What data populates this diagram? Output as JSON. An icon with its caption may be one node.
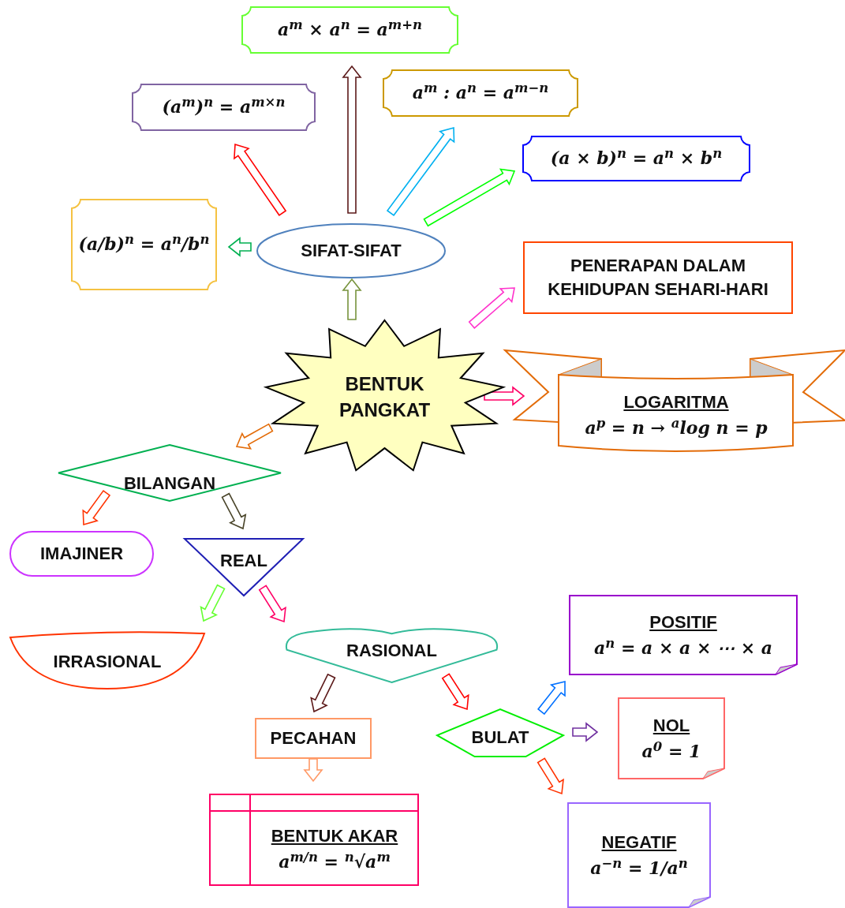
{
  "diagram": {
    "nodes": [
      {
        "text": [
          "BENTUK PANGKAT"
        ]
      },
      {
        "text": [
          "SIFAT-SIFAT"
        ]
      },
      {
        "text": [
          "a$^{m}$ × a$^{n}$ = a$^{m+n}$"
        ]
      },
      {
        "text": [
          "(a$^{m}$)$^{n}$ = a$^{m×n}$"
        ]
      },
      {
        "text": [
          "a$^{m}$ : a$^{n}$ = a$^{m−n}$"
        ]
      },
      {
        "text": [
          "(a × b)$^{n}$ = a$^{n}$ × b$^{n}$"
        ]
      },
      {
        "text": [
          "(a/b)$^{n}$ = a$^{n}$/b$^{n}$"
        ]
      },
      {
        "text": [
          "PENERAPAN DALAM KEHIDUPAN SEHARI-HARI"
        ]
      },
      {
        "text": [
          "LOGARITMA",
          "a$^{p}$ = n → $^{a}$log n = p"
        ]
      },
      {
        "text": [
          "BILANGAN"
        ]
      },
      {
        "text": [
          "IMAJINER"
        ]
      },
      {
        "text": [
          "REAL"
        ]
      },
      {
        "text": [
          "IRRASIONAL"
        ]
      },
      {
        "text": [
          "RASIONAL"
        ]
      },
      {
        "text": [
          "PECAHAN"
        ]
      },
      {
        "text": [
          "BULAT"
        ]
      },
      {
        "text": [
          "BENTUK AKAR",
          "a$^{m/n}$ = $^{n}$√a$^{m}$"
        ]
      },
      {
        "text": [
          "POSITIF",
          "a$^{n}$ = a × a × ⋯ × a"
        ]
      },
      {
        "text": [
          "NOL",
          "a$^{0}$ = 1"
        ]
      },
      {
        "text": [
          "NEGATIF",
          "a$^{−n}$ = 1/a$^{n}$"
        ]
      }
    ],
    "edges": [
      {
        "from": 1,
        "to": 2,
        "arrow": "to",
        "color": "#5c1a1a"
      },
      {
        "from": 1,
        "to": 3,
        "arrow": "to",
        "color": "#ff0000"
      },
      {
        "from": 1,
        "to": 4,
        "arrow": "to",
        "color": "#00b0f0"
      },
      {
        "from": 1,
        "to": 5,
        "arrow": "to",
        "color": "#00ff00"
      },
      {
        "from": 1,
        "to": 6,
        "arrow": "to",
        "color": "#00b050"
      },
      {
        "from": 0,
        "to": 1,
        "arrow": "to",
        "color": "#77933c"
      },
      {
        "from": 0,
        "to": 7,
        "arrow": "to",
        "color": "#ff33cc"
      },
      {
        "from": 0,
        "to": 8,
        "arrow": "to",
        "color": "#ff0066"
      },
      {
        "from": 0,
        "to": 9,
        "arrow": "to",
        "color": "#e36c09"
      },
      {
        "from": 9,
        "to": 10,
        "arrow": "to",
        "color": "#ff3300"
      },
      {
        "from": 9,
        "to": 11,
        "arrow": "to",
        "color": "#4a452a"
      },
      {
        "from": 11,
        "to": 12,
        "arrow": "to",
        "color": "#66ff33"
      },
      {
        "from": 11,
        "to": 13,
        "arrow": "to",
        "color": "#ff0066"
      },
      {
        "from": 13,
        "to": 14,
        "arrow": "to",
        "color": "#5c1a1a"
      },
      {
        "from": 13,
        "to": 15,
        "arrow": "to",
        "color": "#ff0000"
      },
      {
        "from": 15,
        "to": 17,
        "arrow": "to",
        "color": "#0070ff"
      },
      {
        "from": 15,
        "to": 18,
        "arrow": "to",
        "color": "#7030a0"
      },
      {
        "from": 15,
        "to": 19,
        "arrow": "to",
        "color": "#ff3300"
      },
      {
        "from": 14,
        "to": 16,
        "arrow": "to",
        "color": "#ff9966"
      }
    ]
  }
}
